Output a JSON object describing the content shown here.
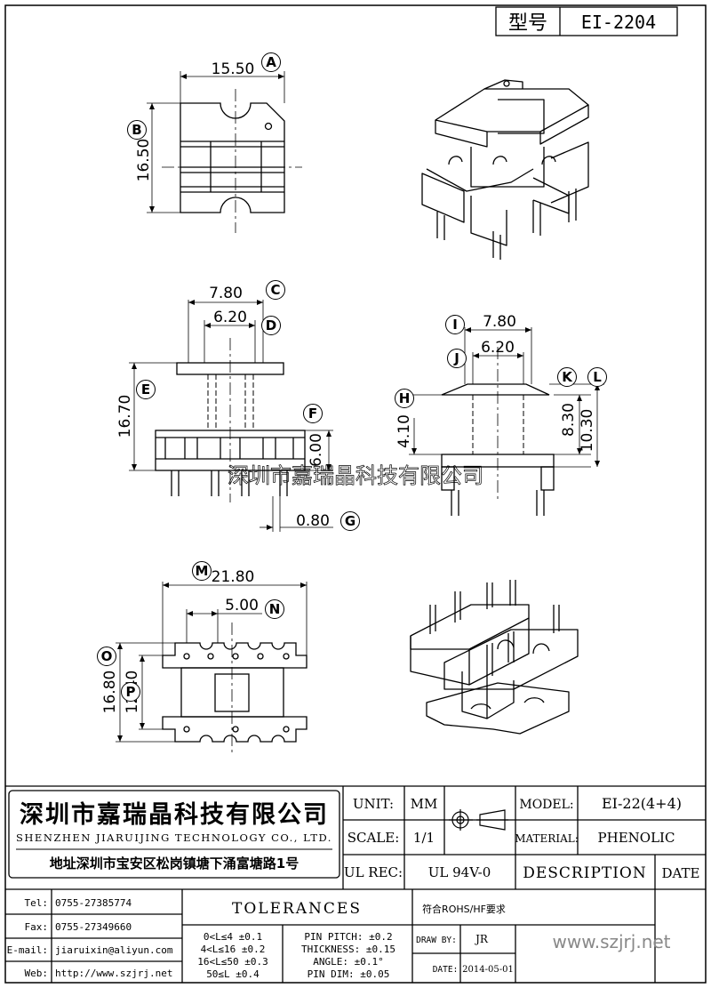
{
  "header": {
    "type_label": "型号",
    "type_value": "EI-2204"
  },
  "dimensions": {
    "top_width": "15.50",
    "top_height": "16.50",
    "front_outer": "7.80",
    "front_inner": "6.20",
    "front_height": "16.70",
    "front_base": "6.00",
    "pin_dia": "0.80",
    "side_outer": "7.80",
    "side_inner": "6.20",
    "side_h": "4.10",
    "side_k": "8.30",
    "side_l": "10.30",
    "bottom_width": "21.80",
    "bottom_pitch": "5.00",
    "bottom_height": "16.80",
    "bottom_inner": "12.40"
  },
  "callouts": [
    "A",
    "B",
    "C",
    "D",
    "E",
    "F",
    "G",
    "H",
    "I",
    "J",
    "K",
    "L",
    "M",
    "N",
    "O",
    "P"
  ],
  "watermark": "深圳市嘉瑞晶科技有限公司",
  "company": {
    "name_cn": "深圳市嘉瑞晶科技有限公司",
    "name_en": "SHENZHEN JIARUIJING TECHNOLOGY CO., LTD.",
    "address": "地址深圳市宝安区松岗镇塘下涌富塘路1号",
    "tel_label": "Tel:",
    "tel": "0755-27385774",
    "fax_label": "Fax:",
    "fax": "0755-27349660",
    "email_label": "E-mail:",
    "email": "jiaruixin@aliyun.com",
    "web_label": "Web:",
    "web": "http://www.szjrj.net"
  },
  "titleblock": {
    "unit_label": "UNIT:",
    "unit": "MM",
    "scale_label": "SCALE:",
    "scale": "1/1",
    "ulrec_label": "UL REC:",
    "ulrec": "UL 94V-0",
    "model_label": "MODEL:",
    "model": "EI-22(4+4)",
    "material_label": "MATERIAL:",
    "material": "PHENOLIC",
    "description": "DESCRIPTION",
    "date_header": "DATE",
    "tolerances": "TOLERANCES",
    "rohs": "符合ROHS/HF要求",
    "drawby_label": "DRAW BY:",
    "drawby": "JR",
    "date_label": "DATE:",
    "date": "2014-05-01",
    "website": "www.szjrj.net",
    "tol_rows": [
      "0<L≤4  ±0.1",
      "4<L≤16  ±0.2",
      "16<L≤50  ±0.3",
      "50≤L  ±0.4"
    ],
    "spec_rows": [
      "PIN PITCH: ±0.2",
      "THICKNESS: ±0.15",
      "ANGLE: ±0.1°",
      "PIN DIM: ±0.05"
    ]
  }
}
